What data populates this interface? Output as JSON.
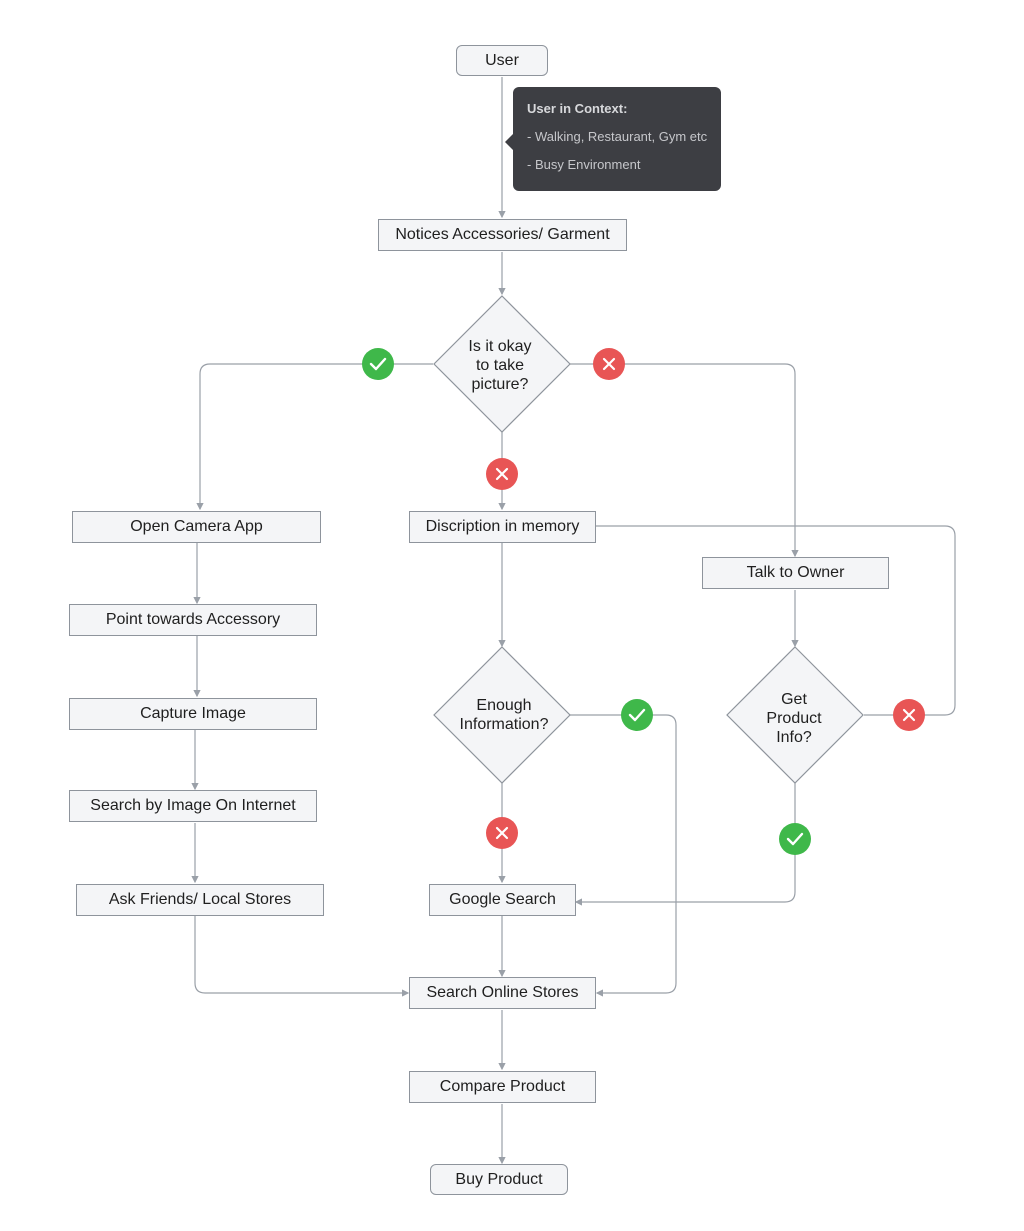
{
  "nodes": {
    "user": "User",
    "notices": "Notices Accessories/ Garment",
    "decision_picture": "Is it okay\nto take\npicture?",
    "open_camera": "Open Camera App",
    "point_towards": "Point towards Accessory",
    "capture_image": "Capture Image",
    "search_by_image": "Search by Image On Internet",
    "ask_friends": "Ask Friends/ Local Stores",
    "description_memory": "Discription in memory",
    "talk_owner": "Talk to Owner",
    "decision_enough": "Enough\nInformation?",
    "decision_product_info": "Get\nProduct\nInfo?",
    "google_search": "Google Search",
    "search_online": "Search Online Stores",
    "compare_product": "Compare Product",
    "buy_product": "Buy Product"
  },
  "note": {
    "title": "User in Context:",
    "lines": [
      "- Walking, Restaurant, Gym etc",
      "- Busy Environment"
    ]
  },
  "colors": {
    "yes": "#3fb84a",
    "no": "#e85555",
    "line": "#9aa0a8",
    "node_fill": "#f4f5f7",
    "node_border": "#8e949c",
    "note_bg": "#3d3e43"
  },
  "markers": {
    "yes_icon": "check-icon",
    "no_icon": "cross-icon"
  }
}
